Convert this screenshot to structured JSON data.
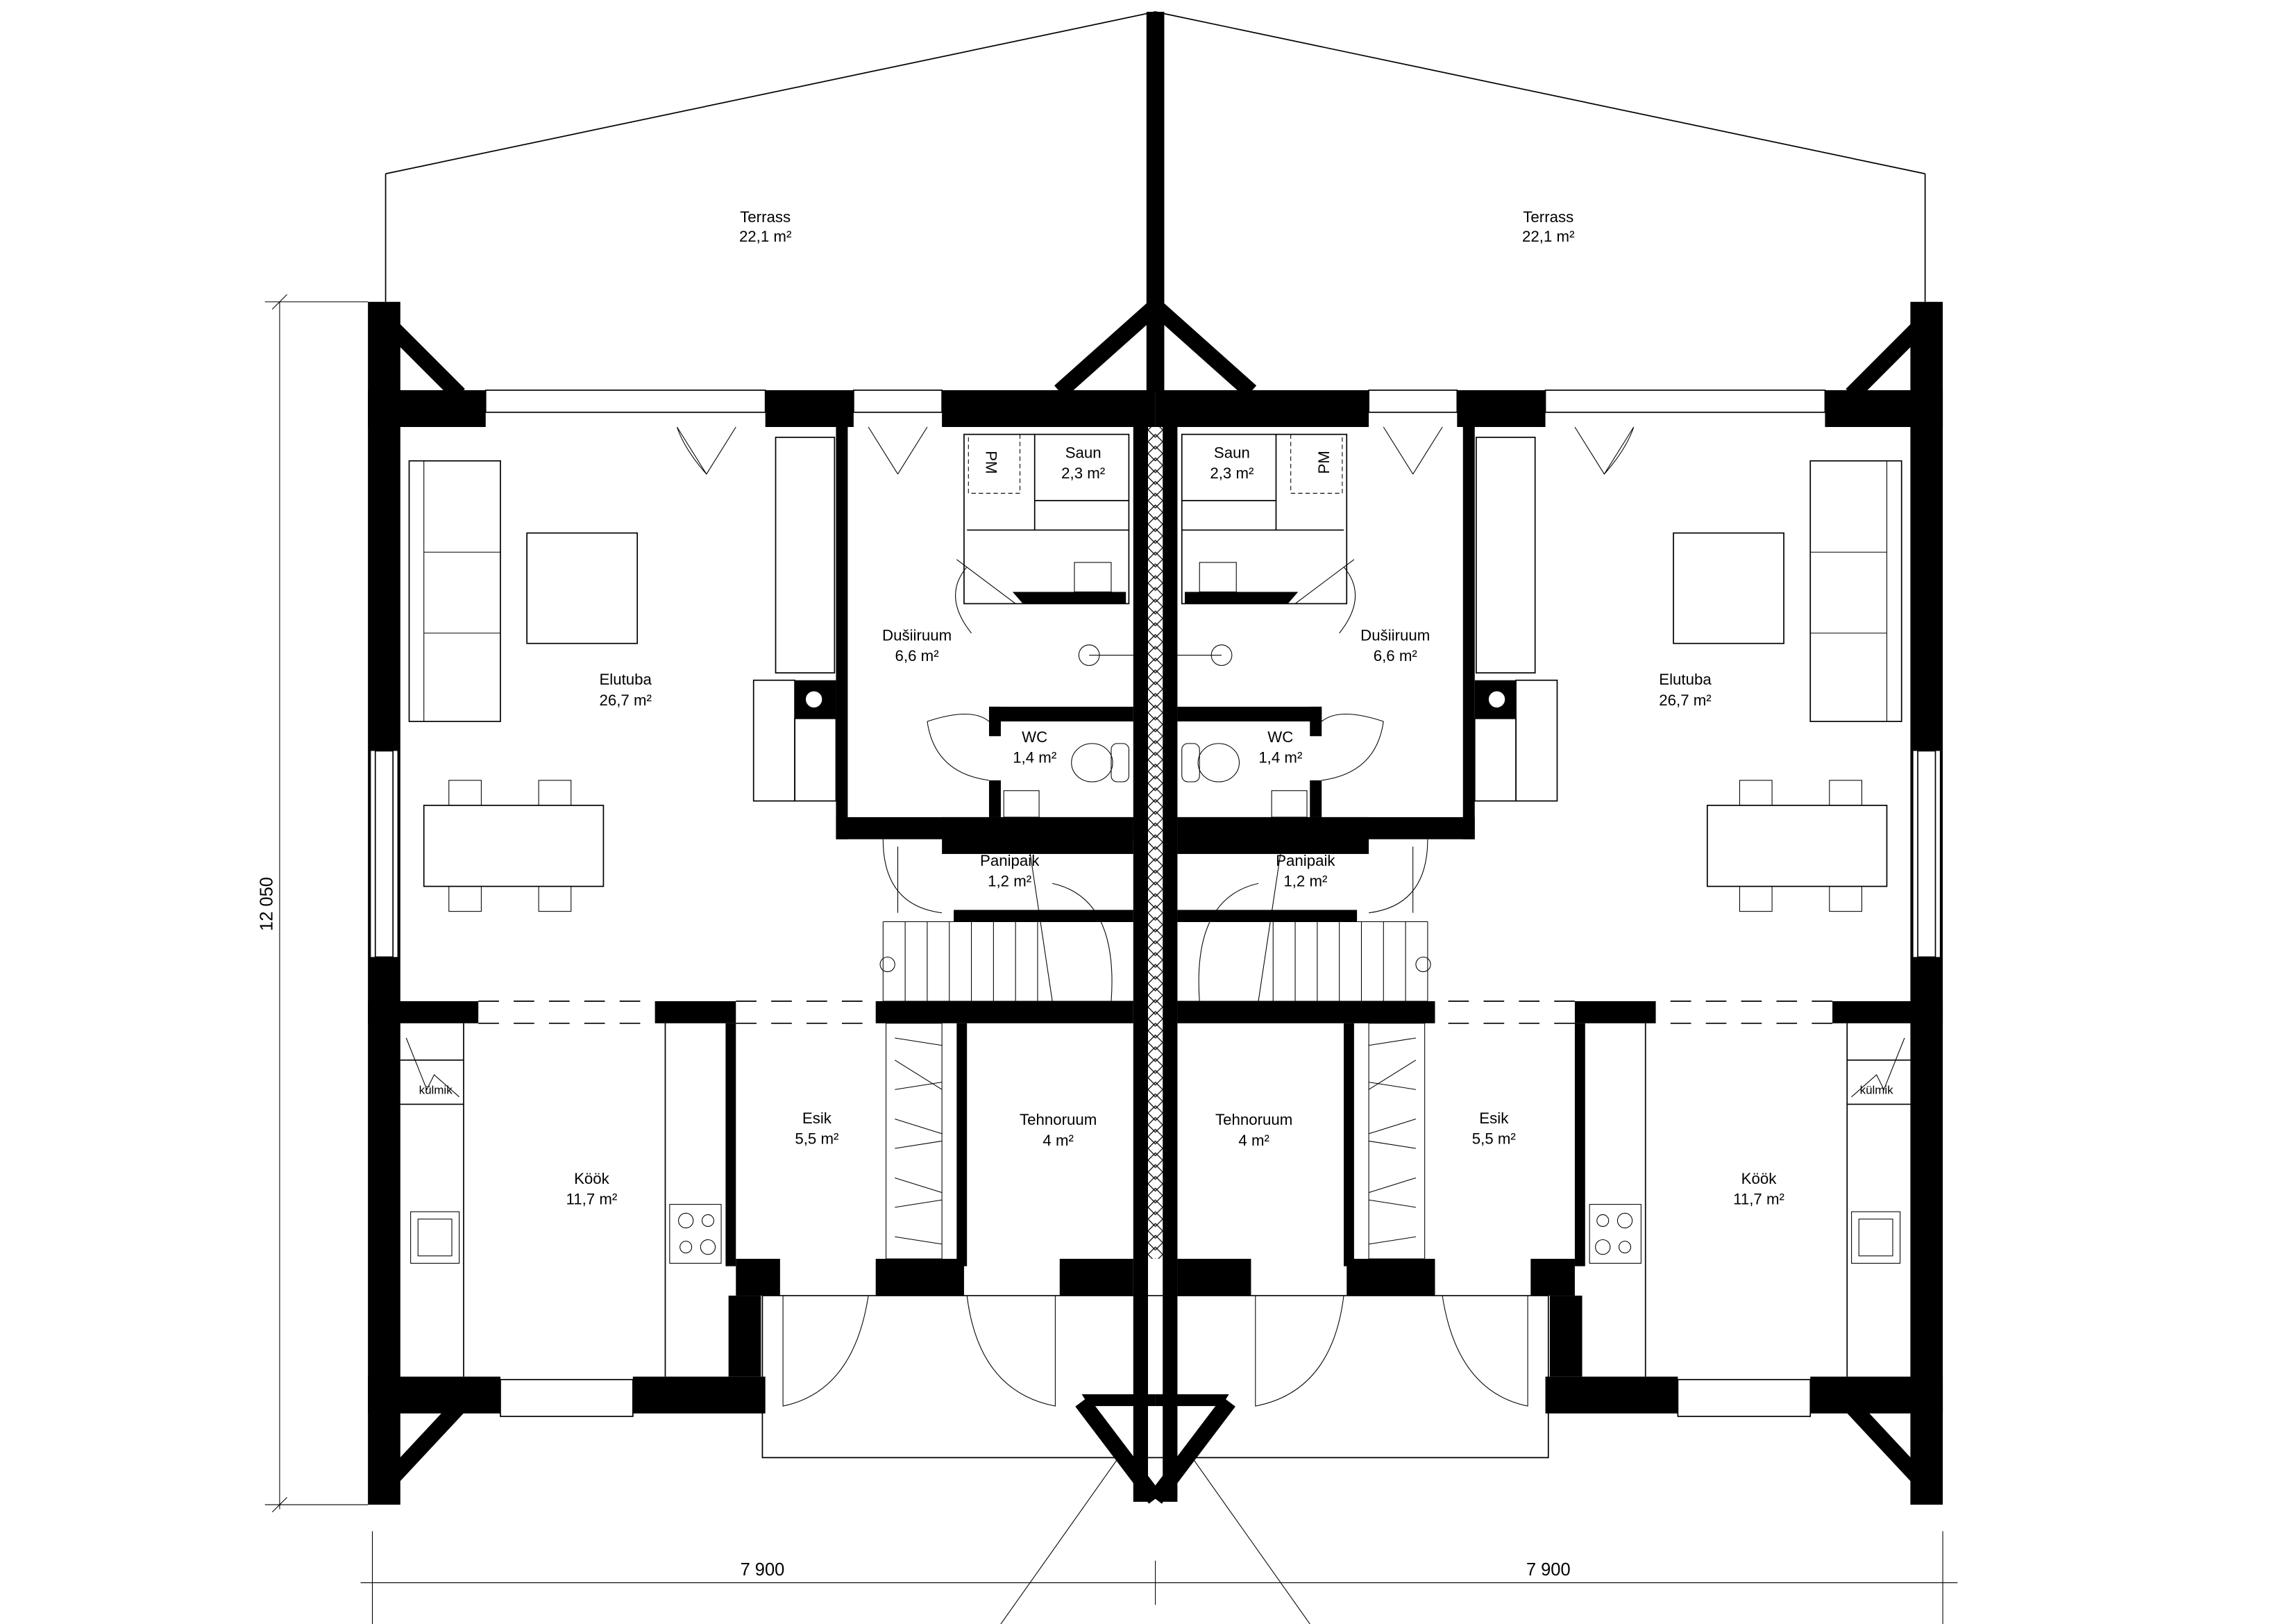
{
  "units": [
    {
      "terrace": {
        "name": "Terrass",
        "area": "22,1 m²"
      },
      "living": {
        "name": "Elutuba",
        "area": "26,7 m²"
      },
      "sauna": {
        "name": "Saun",
        "area": "2,3 m²",
        "heater": "PM"
      },
      "shower": {
        "name": "Dušiiruum",
        "area": "6,6 m²"
      },
      "wc": {
        "name": "WC",
        "area": "1,4 m²"
      },
      "boiler": {
        "name": "Panipaik",
        "area": "1,2 m²"
      },
      "kitchen": {
        "name": "Köök",
        "area": "11,7 m²",
        "fridge": "külmik"
      },
      "hall": {
        "name": "Esik",
        "area": "5,5 m²"
      },
      "tech": {
        "name": "Tehnoruum",
        "area": "4 m²"
      }
    },
    {
      "terrace": {
        "name": "Terrass",
        "area": "22,1 m²"
      },
      "living": {
        "name": "Elutuba",
        "area": "26,7 m²"
      },
      "sauna": {
        "name": "Saun",
        "area": "2,3 m²",
        "heater": "PM"
      },
      "shower": {
        "name": "Dušiiruum",
        "area": "6,6 m²"
      },
      "wc": {
        "name": "WC",
        "area": "1,4 m²"
      },
      "boiler": {
        "name": "Panipaik",
        "area": "1,2 m²"
      },
      "kitchen": {
        "name": "Köök",
        "area": "11,7 m²",
        "fridge": "külmik"
      },
      "hall": {
        "name": "Esik",
        "area": "5,5 m²"
      },
      "tech": {
        "name": "Tehnoruum",
        "area": "4 m²"
      }
    }
  ],
  "dimensions": {
    "height": "12 050",
    "width_left": "7 900",
    "width_right": "7 900"
  }
}
